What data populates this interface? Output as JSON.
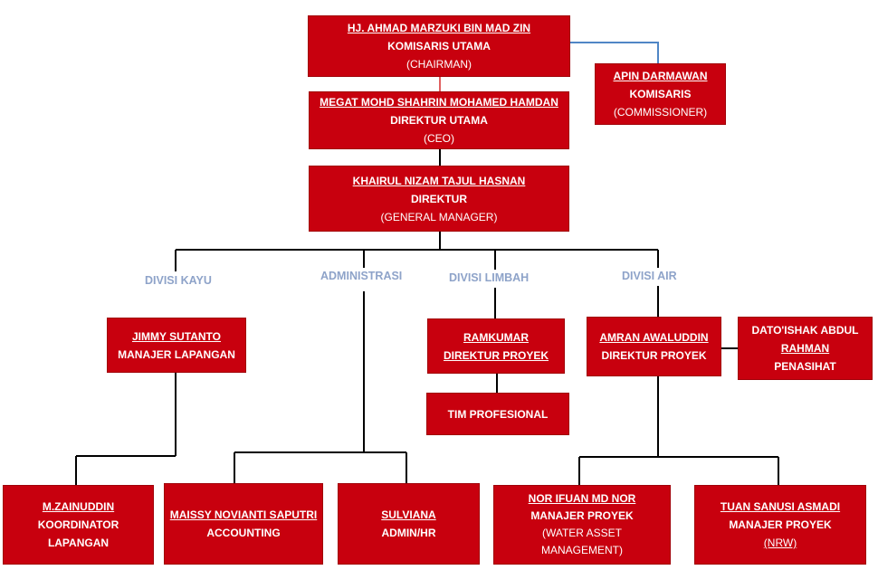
{
  "chairman": {
    "name": "HJ. AHMAD MARZUKI BIN MAD ZIN",
    "title": "KOMISARIS UTAMA",
    "subtitle": "(CHAIRMAN)"
  },
  "commissioner": {
    "name": "APIN DARMAWAN",
    "title": "KOMISARIS",
    "subtitle": "(COMMISSIONER)"
  },
  "ceo": {
    "name": "MEGAT MOHD SHAHRIN MOHAMED HAMDAN",
    "title": "DIREKTUR UTAMA",
    "subtitle": "(CEO)"
  },
  "gm": {
    "name": "KHAIRUL NIZAM TAJUL HASNAN",
    "title": "DIREKTUR",
    "subtitle": "(GENERAL MANAGER)"
  },
  "divisions": {
    "kayu": "DIVISI KAYU",
    "admin": "ADMINISTRASI",
    "limbah": "DIVISI LIMBAH",
    "air": "DIVISI AIR"
  },
  "kayu_manager": {
    "name": "JIMMY SUTANTO",
    "title": "MANAJER LAPANGAN"
  },
  "kayu_coordinator": {
    "name": "M.ZAINUDDIN",
    "title_line1": "KOORDINATOR",
    "title_line2": "LAPANGAN"
  },
  "accounting": {
    "name": "MAISSY NOVIANTI SAPUTRI",
    "title": "ACCOUNTING"
  },
  "admin_hr": {
    "name": "SULVIANA",
    "title": "ADMIN/HR"
  },
  "limbah_director": {
    "name": "RAMKUMAR",
    "title": "DIREKTUR PROYEK"
  },
  "limbah_team": {
    "title": "TIM PROFESIONAL"
  },
  "air_director": {
    "name": "AMRAN AWALUDDIN",
    "title": "DIREKTUR PROYEK"
  },
  "advisor": {
    "name_line1": "DATO'ISHAK ABDUL",
    "name_line2": "RAHMAN",
    "title": "PENASIHAT"
  },
  "wam_manager": {
    "name": "NOR IFUAN MD NOR",
    "title": "MANAJER PROYEK",
    "subtitle_line1": "(WATER ASSET",
    "subtitle_line2": "MANAGEMENT)"
  },
  "nrw_manager": {
    "name": "TUAN SANUSI ASMADI",
    "title": "MANAJER PROYEK",
    "subtitle": "(NRW)"
  },
  "colors": {
    "box": "#c8000e",
    "text": "#ffffff",
    "division_label": "#8ea3c9",
    "connector": "#000000",
    "commissioner_link": "#4f86c6",
    "chair_ceo_link": "#e06060"
  }
}
